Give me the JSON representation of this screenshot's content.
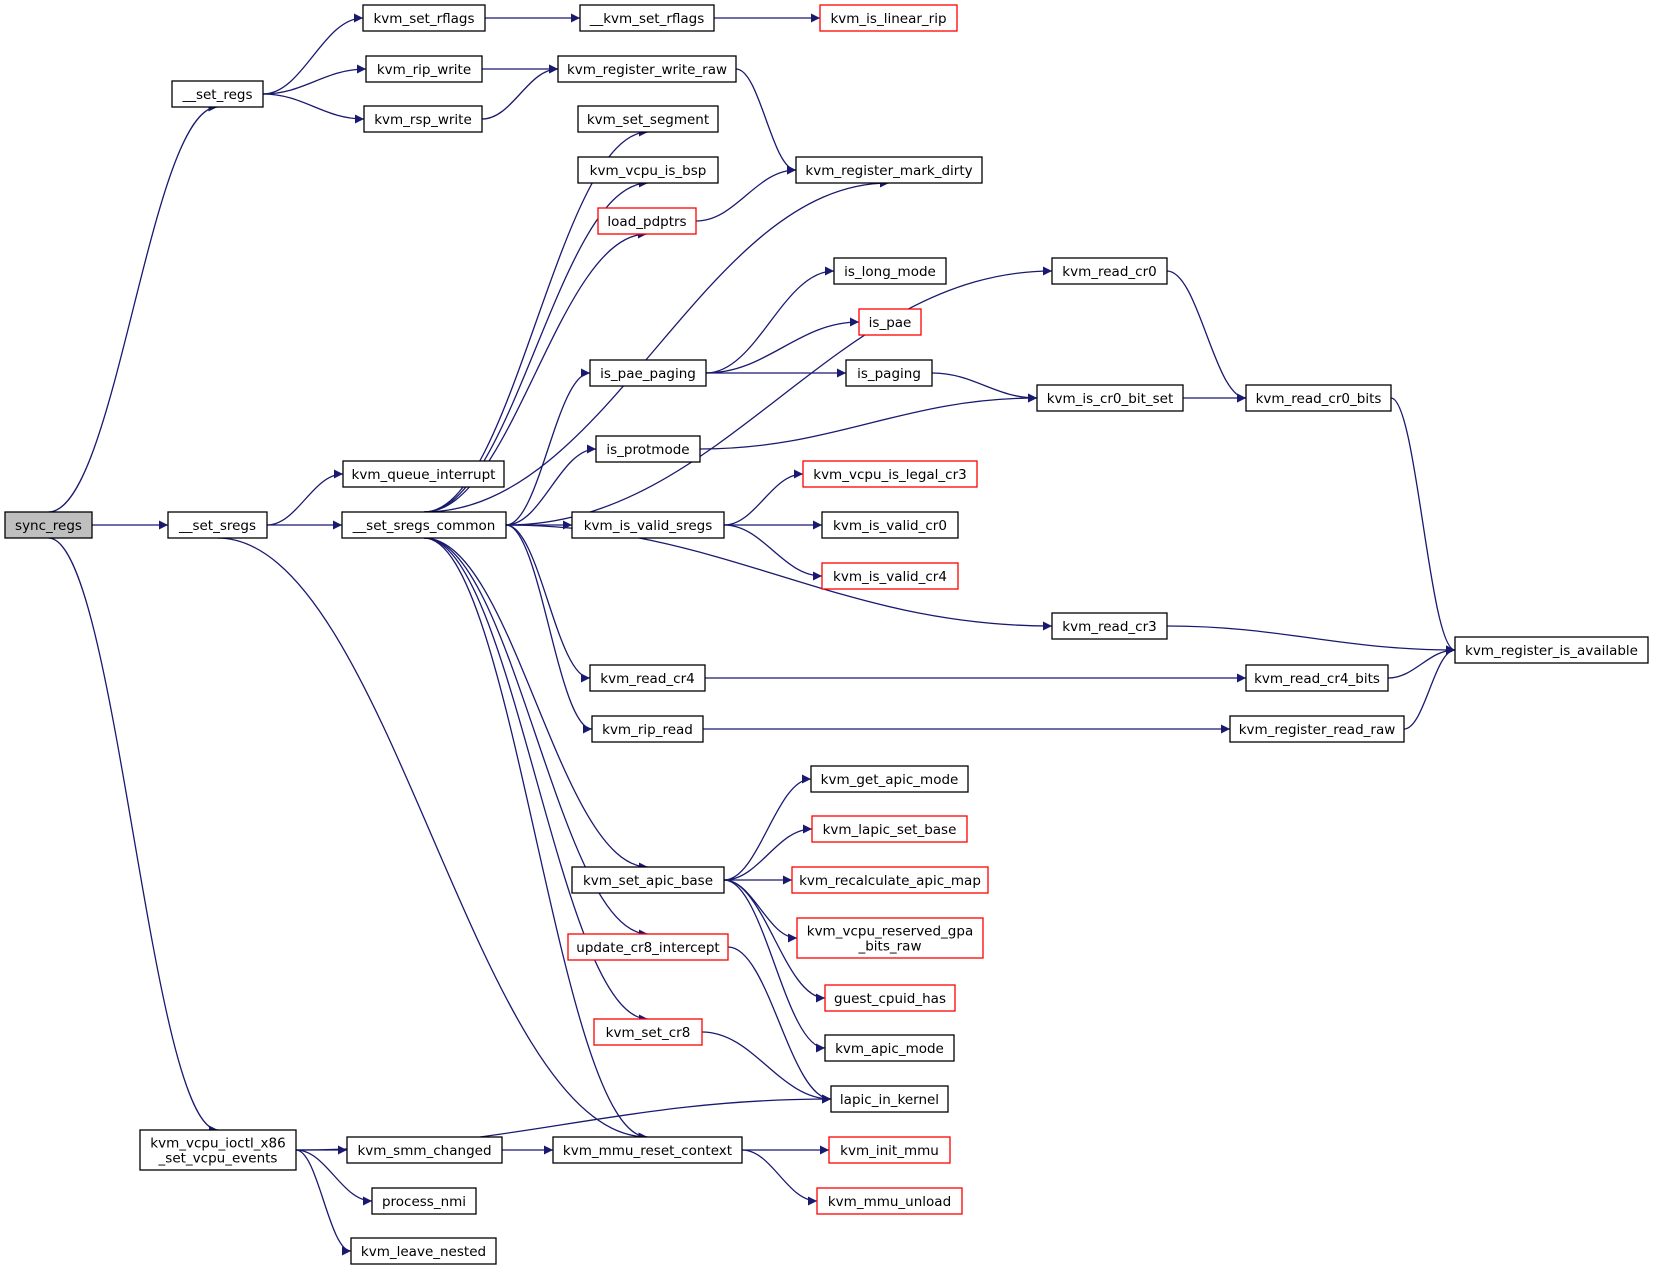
{
  "nodes": [
    {
      "id": "sync_regs",
      "lines": [
        "sync_regs"
      ],
      "border": "root"
    },
    {
      "id": "__set_regs",
      "lines": [
        "__set_regs"
      ],
      "border": "black"
    },
    {
      "id": "__set_sregs",
      "lines": [
        "__set_sregs"
      ],
      "border": "black"
    },
    {
      "id": "kvm_vcpu_ioctl_x86_set_vcpu_events",
      "lines": [
        "kvm_vcpu_ioctl_x86",
        "_set_vcpu_events"
      ],
      "border": "black"
    },
    {
      "id": "kvm_set_rflags",
      "lines": [
        "kvm_set_rflags"
      ],
      "border": "black"
    },
    {
      "id": "kvm_rip_write",
      "lines": [
        "kvm_rip_write"
      ],
      "border": "black"
    },
    {
      "id": "kvm_rsp_write",
      "lines": [
        "kvm_rsp_write"
      ],
      "border": "black"
    },
    {
      "id": "kvm_queue_interrupt",
      "lines": [
        "kvm_queue_interrupt"
      ],
      "border": "black"
    },
    {
      "id": "__set_sregs_common",
      "lines": [
        "__set_sregs_common"
      ],
      "border": "black"
    },
    {
      "id": "kvm_smm_changed",
      "lines": [
        "kvm_smm_changed"
      ],
      "border": "black"
    },
    {
      "id": "process_nmi",
      "lines": [
        "process_nmi"
      ],
      "border": "black"
    },
    {
      "id": "kvm_leave_nested",
      "lines": [
        "kvm_leave_nested"
      ],
      "border": "black"
    },
    {
      "id": "__kvm_set_rflags",
      "lines": [
        "__kvm_set_rflags"
      ],
      "border": "black"
    },
    {
      "id": "kvm_register_write_raw",
      "lines": [
        "kvm_register_write_raw"
      ],
      "border": "black"
    },
    {
      "id": "kvm_set_segment",
      "lines": [
        "kvm_set_segment"
      ],
      "border": "black"
    },
    {
      "id": "kvm_vcpu_is_bsp",
      "lines": [
        "kvm_vcpu_is_bsp"
      ],
      "border": "black"
    },
    {
      "id": "load_pdptrs",
      "lines": [
        "load_pdptrs"
      ],
      "border": "red"
    },
    {
      "id": "is_pae_paging",
      "lines": [
        "is_pae_paging"
      ],
      "border": "black"
    },
    {
      "id": "is_protmode",
      "lines": [
        "is_protmode"
      ],
      "border": "black"
    },
    {
      "id": "kvm_is_valid_sregs",
      "lines": [
        "kvm_is_valid_sregs"
      ],
      "border": "black"
    },
    {
      "id": "kvm_read_cr4",
      "lines": [
        "kvm_read_cr4"
      ],
      "border": "black"
    },
    {
      "id": "kvm_rip_read",
      "lines": [
        "kvm_rip_read"
      ],
      "border": "black"
    },
    {
      "id": "kvm_set_apic_base",
      "lines": [
        "kvm_set_apic_base"
      ],
      "border": "black"
    },
    {
      "id": "update_cr8_intercept",
      "lines": [
        "update_cr8_intercept"
      ],
      "border": "red"
    },
    {
      "id": "kvm_set_cr8",
      "lines": [
        "kvm_set_cr8"
      ],
      "border": "red"
    },
    {
      "id": "kvm_mmu_reset_context",
      "lines": [
        "kvm_mmu_reset_context"
      ],
      "border": "black"
    },
    {
      "id": "kvm_is_linear_rip",
      "lines": [
        "kvm_is_linear_rip"
      ],
      "border": "red"
    },
    {
      "id": "kvm_register_mark_dirty",
      "lines": [
        "kvm_register_mark_dirty"
      ],
      "border": "black"
    },
    {
      "id": "is_long_mode",
      "lines": [
        "is_long_mode"
      ],
      "border": "black"
    },
    {
      "id": "is_pae",
      "lines": [
        "is_pae"
      ],
      "border": "red"
    },
    {
      "id": "is_paging",
      "lines": [
        "is_paging"
      ],
      "border": "black"
    },
    {
      "id": "kvm_vcpu_is_legal_cr3",
      "lines": [
        "kvm_vcpu_is_legal_cr3"
      ],
      "border": "red"
    },
    {
      "id": "kvm_is_valid_cr0",
      "lines": [
        "kvm_is_valid_cr0"
      ],
      "border": "black"
    },
    {
      "id": "kvm_is_valid_cr4",
      "lines": [
        "kvm_is_valid_cr4"
      ],
      "border": "red"
    },
    {
      "id": "kvm_get_apic_mode",
      "lines": [
        "kvm_get_apic_mode"
      ],
      "border": "black"
    },
    {
      "id": "kvm_lapic_set_base",
      "lines": [
        "kvm_lapic_set_base"
      ],
      "border": "red"
    },
    {
      "id": "kvm_recalculate_apic_map",
      "lines": [
        "kvm_recalculate_apic_map"
      ],
      "border": "red"
    },
    {
      "id": "kvm_vcpu_reserved_gpa_bits_raw",
      "lines": [
        "kvm_vcpu_reserved_gpa",
        "_bits_raw"
      ],
      "border": "red"
    },
    {
      "id": "guest_cpuid_has",
      "lines": [
        "guest_cpuid_has"
      ],
      "border": "red"
    },
    {
      "id": "kvm_apic_mode",
      "lines": [
        "kvm_apic_mode"
      ],
      "border": "black"
    },
    {
      "id": "lapic_in_kernel",
      "lines": [
        "lapic_in_kernel"
      ],
      "border": "black"
    },
    {
      "id": "kvm_init_mmu",
      "lines": [
        "kvm_init_mmu"
      ],
      "border": "red"
    },
    {
      "id": "kvm_mmu_unload",
      "lines": [
        "kvm_mmu_unload"
      ],
      "border": "red"
    },
    {
      "id": "kvm_read_cr0",
      "lines": [
        "kvm_read_cr0"
      ],
      "border": "black"
    },
    {
      "id": "kvm_is_cr0_bit_set",
      "lines": [
        "kvm_is_cr0_bit_set"
      ],
      "border": "black"
    },
    {
      "id": "kvm_read_cr3",
      "lines": [
        "kvm_read_cr3"
      ],
      "border": "black"
    },
    {
      "id": "kvm_read_cr4_bits",
      "lines": [
        "kvm_read_cr4_bits"
      ],
      "border": "black"
    },
    {
      "id": "kvm_register_read_raw",
      "lines": [
        "kvm_register_read_raw"
      ],
      "border": "black"
    },
    {
      "id": "kvm_read_cr0_bits",
      "lines": [
        "kvm_read_cr0_bits"
      ],
      "border": "black"
    },
    {
      "id": "kvm_register_is_available",
      "lines": [
        "kvm_register_is_available"
      ],
      "border": "black"
    }
  ],
  "edges": [
    [
      "sync_regs",
      "__set_regs"
    ],
    [
      "sync_regs",
      "__set_sregs"
    ],
    [
      "sync_regs",
      "kvm_vcpu_ioctl_x86_set_vcpu_events"
    ],
    [
      "__set_regs",
      "kvm_set_rflags"
    ],
    [
      "__set_regs",
      "kvm_rip_write"
    ],
    [
      "__set_regs",
      "kvm_rsp_write"
    ],
    [
      "kvm_set_rflags",
      "__kvm_set_rflags"
    ],
    [
      "__kvm_set_rflags",
      "kvm_is_linear_rip"
    ],
    [
      "kvm_rip_write",
      "kvm_register_write_raw"
    ],
    [
      "kvm_rsp_write",
      "kvm_register_write_raw"
    ],
    [
      "kvm_register_write_raw",
      "kvm_register_mark_dirty"
    ],
    [
      "__set_sregs",
      "kvm_queue_interrupt"
    ],
    [
      "__set_sregs",
      "__set_sregs_common"
    ],
    [
      "__set_sregs",
      "kvm_mmu_reset_context"
    ],
    [
      "__set_sregs_common",
      "kvm_set_segment"
    ],
    [
      "__set_sregs_common",
      "kvm_vcpu_is_bsp"
    ],
    [
      "__set_sregs_common",
      "load_pdptrs"
    ],
    [
      "__set_sregs_common",
      "kvm_register_mark_dirty"
    ],
    [
      "__set_sregs_common",
      "kvm_read_cr0"
    ],
    [
      "__set_sregs_common",
      "is_pae_paging"
    ],
    [
      "__set_sregs_common",
      "is_protmode"
    ],
    [
      "__set_sregs_common",
      "kvm_is_valid_sregs"
    ],
    [
      "__set_sregs_common",
      "kvm_read_cr3"
    ],
    [
      "__set_sregs_common",
      "kvm_read_cr4"
    ],
    [
      "__set_sregs_common",
      "kvm_rip_read"
    ],
    [
      "__set_sregs_common",
      "kvm_set_apic_base"
    ],
    [
      "__set_sregs_common",
      "update_cr8_intercept"
    ],
    [
      "__set_sregs_common",
      "kvm_set_cr8"
    ],
    [
      "__set_sregs_common",
      "kvm_mmu_reset_context"
    ],
    [
      "load_pdptrs",
      "kvm_register_mark_dirty"
    ],
    [
      "is_pae_paging",
      "is_long_mode"
    ],
    [
      "is_pae_paging",
      "is_pae"
    ],
    [
      "is_pae_paging",
      "is_paging"
    ],
    [
      "is_paging",
      "kvm_is_cr0_bit_set"
    ],
    [
      "is_protmode",
      "kvm_is_cr0_bit_set"
    ],
    [
      "kvm_is_cr0_bit_set",
      "kvm_read_cr0_bits"
    ],
    [
      "kvm_read_cr0",
      "kvm_read_cr0_bits"
    ],
    [
      "kvm_read_cr0_bits",
      "kvm_register_is_available"
    ],
    [
      "kvm_is_valid_sregs",
      "kvm_vcpu_is_legal_cr3"
    ],
    [
      "kvm_is_valid_sregs",
      "kvm_is_valid_cr0"
    ],
    [
      "kvm_is_valid_sregs",
      "kvm_is_valid_cr4"
    ],
    [
      "kvm_read_cr3",
      "kvm_register_is_available"
    ],
    [
      "kvm_read_cr4",
      "kvm_read_cr4_bits"
    ],
    [
      "kvm_read_cr4_bits",
      "kvm_register_is_available"
    ],
    [
      "kvm_rip_read",
      "kvm_register_read_raw"
    ],
    [
      "kvm_register_read_raw",
      "kvm_register_is_available"
    ],
    [
      "kvm_set_apic_base",
      "kvm_get_apic_mode"
    ],
    [
      "kvm_set_apic_base",
      "kvm_lapic_set_base"
    ],
    [
      "kvm_set_apic_base",
      "kvm_recalculate_apic_map"
    ],
    [
      "kvm_set_apic_base",
      "kvm_vcpu_reserved_gpa_bits_raw"
    ],
    [
      "kvm_set_apic_base",
      "guest_cpuid_has"
    ],
    [
      "kvm_set_apic_base",
      "kvm_apic_mode"
    ],
    [
      "update_cr8_intercept",
      "lapic_in_kernel"
    ],
    [
      "kvm_set_cr8",
      "lapic_in_kernel"
    ],
    [
      "kvm_vcpu_ioctl_x86_set_vcpu_events",
      "lapic_in_kernel"
    ],
    [
      "kvm_vcpu_ioctl_x86_set_vcpu_events",
      "kvm_smm_changed"
    ],
    [
      "kvm_vcpu_ioctl_x86_set_vcpu_events",
      "process_nmi"
    ],
    [
      "kvm_vcpu_ioctl_x86_set_vcpu_events",
      "kvm_leave_nested"
    ],
    [
      "kvm_smm_changed",
      "kvm_mmu_reset_context"
    ],
    [
      "kvm_mmu_reset_context",
      "kvm_init_mmu"
    ],
    [
      "kvm_mmu_reset_context",
      "kvm_mmu_unload"
    ]
  ],
  "colors": {
    "edge": "#191970",
    "red_border": "#ff0000",
    "black_border": "#000000",
    "root_fill": "#bfbfbf"
  }
}
